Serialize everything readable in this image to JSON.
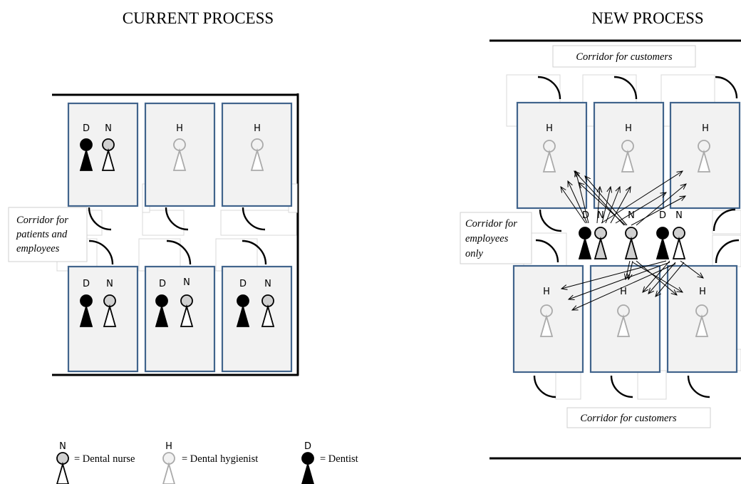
{
  "current": {
    "title": "CURRENT PROCESS",
    "corridor": [
      "Corridor for",
      "patients and",
      "employees"
    ],
    "rooms": [
      {
        "labels": [
          "D",
          "N"
        ],
        "people": [
          "dentist",
          "nurse"
        ]
      },
      {
        "labels": [
          "H"
        ],
        "people": [
          "hygienist"
        ]
      },
      {
        "labels": [
          "H"
        ],
        "people": [
          "hygienist"
        ]
      },
      {
        "labels": [
          "D",
          "N"
        ],
        "people": [
          "dentist",
          "nurse"
        ]
      },
      {
        "labels": [
          "D",
          "N"
        ],
        "people": [
          "dentist",
          "nurse"
        ]
      },
      {
        "labels": [
          "D",
          "N"
        ],
        "people": [
          "dentist",
          "nurse"
        ]
      }
    ]
  },
  "new": {
    "title": "NEW PROCESS",
    "corridor_top": "Corridor for customers",
    "corridor_bottom": "Corridor for customers",
    "corridor_mid": [
      "Corridor for",
      "employees",
      "only"
    ],
    "room_label": "H",
    "staff_labels": [
      "D",
      "N",
      "N",
      "D",
      "N"
    ],
    "staff_people": [
      "dentist",
      "nurse",
      "nurse",
      "dentist",
      "nurse"
    ]
  },
  "legend": [
    {
      "letter": "N",
      "text": "= Dental nurse",
      "person": "nurse"
    },
    {
      "letter": "H",
      "text": "= Dental hygienist",
      "person": "hygienist"
    },
    {
      "letter": "D",
      "text": "= Dentist",
      "person": "dentist"
    }
  ],
  "colors": {
    "room_border": "#41648c",
    "room_fill": "#f2f2f2",
    "dentist": "#000000",
    "nurse": "#d0d0d0",
    "hygienist": "#aaaaaa"
  }
}
